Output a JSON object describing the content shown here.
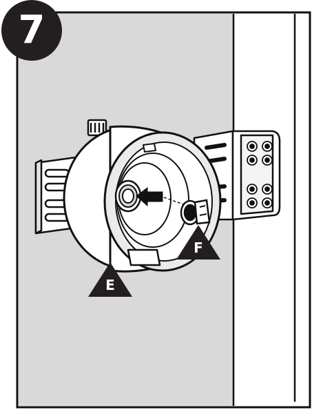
{
  "step": {
    "number": "7"
  },
  "callouts": [
    {
      "id": "E",
      "label": "E"
    },
    {
      "id": "F",
      "label": "F"
    }
  ],
  "colors": {
    "wall": "#d9d9d9",
    "line": "#111111",
    "part_fill": "#ffffff",
    "shade": "#cfcfcf",
    "badge": "#231f20"
  }
}
